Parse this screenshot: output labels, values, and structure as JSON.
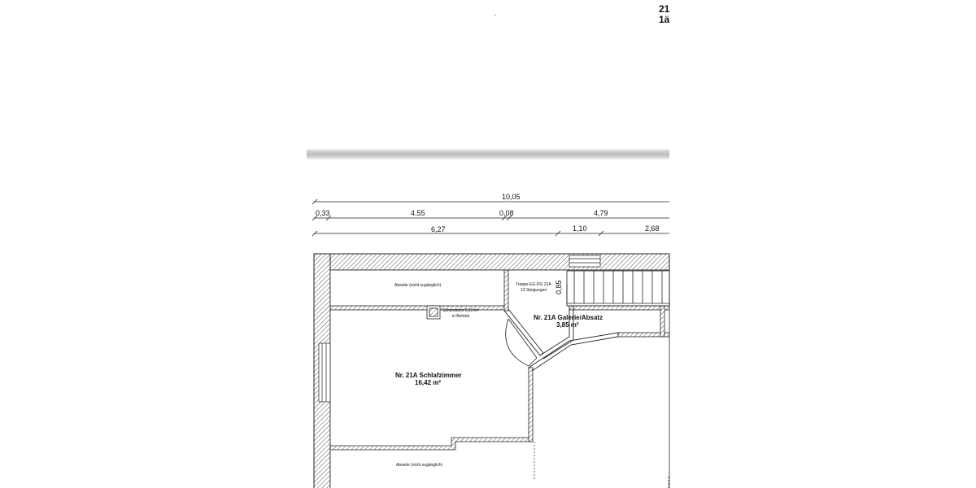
{
  "header_fragment": {
    "line1": "21",
    "line2": "1ä"
  },
  "dimensions": {
    "overall": "10,05",
    "row2": [
      "0,33",
      "4,55",
      "0,08",
      "4,79"
    ],
    "row3": [
      "6,27",
      "1,10",
      "2,68"
    ]
  },
  "rooms": {
    "abseite_top": "Abseite (nicht zugänglich)",
    "abseite_bottom": "Abseite (nicht zugänglich)",
    "schlafzimmer_name": "Nr. 21A Schlafzimmer",
    "schlafzimmer_area": "16,42 m²",
    "galerie_name": "Nr. 21A Galerie/Absatz",
    "galerie_area": "3,85 m²"
  },
  "labels": {
    "schornstein_line1": "Schornstein 0,15 m²",
    "schornstein_line2": "in Betrieb",
    "treppe_line1": "Treppe EG-DG 21A",
    "treppe_line2": "13 Steigungen",
    "vertical_dim": "0,85"
  }
}
